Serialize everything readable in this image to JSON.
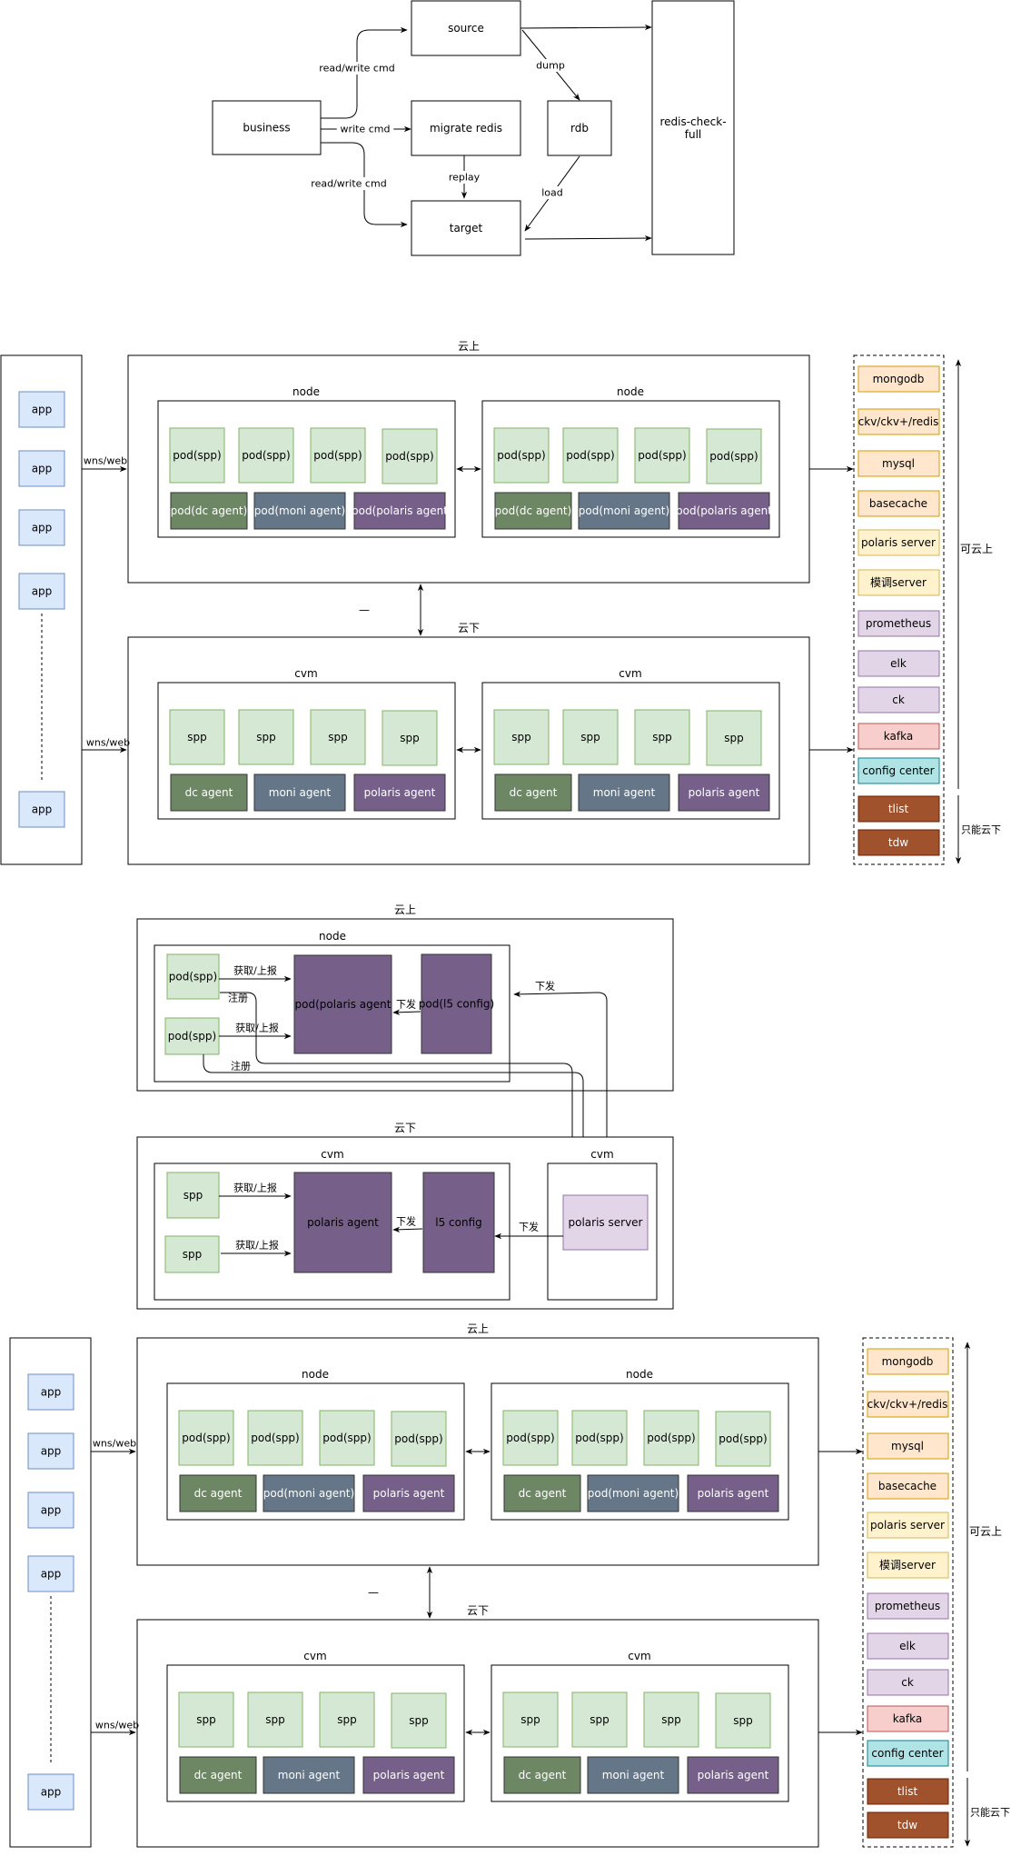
{
  "migration": {
    "business": "business",
    "source": "source",
    "migrate_redis": "migrate redis",
    "rdb": "rdb",
    "target": "target",
    "checker": [
      "redis-check-",
      "full"
    ],
    "edge_read_write_cmd_top": "read/write cmd",
    "edge_write_cmd": "write cmd",
    "edge_read_write_cmd_bottom": "read/write cmd",
    "edge_dump": "dump",
    "edge_replay": "replay",
    "edge_load": "load"
  },
  "arch": {
    "cloud_on": "云上",
    "cloud_off": "云下",
    "node": "node",
    "cvm": "cvm",
    "app": "app",
    "wns_web": "wns/web",
    "dash": "—",
    "pod_spp": "pod(spp)",
    "spp": "spp",
    "can_cloud": "可云上",
    "only_off_cloud": "只能云下",
    "services": [
      {
        "label": "mongodb",
        "fill": "#ffe6cc",
        "stroke": "#d79b00",
        "text": "#000000"
      },
      {
        "label": "ckv/ckv+/redis",
        "fill": "#ffe6cc",
        "stroke": "#d79b00",
        "text": "#000000"
      },
      {
        "label": "mysql",
        "fill": "#ffe6cc",
        "stroke": "#d79b00",
        "text": "#000000"
      },
      {
        "label": "basecache",
        "fill": "#ffe6cc",
        "stroke": "#d79b00",
        "text": "#000000"
      },
      {
        "label": "polaris server",
        "fill": "#fff2cc",
        "stroke": "#d6b656",
        "text": "#000000"
      },
      {
        "label": "模调server",
        "fill": "#fff2cc",
        "stroke": "#d6b656",
        "text": "#000000"
      },
      {
        "label": "prometheus",
        "fill": "#e1d5e7",
        "stroke": "#9673a6",
        "text": "#000000"
      },
      {
        "label": "elk",
        "fill": "#e1d5e7",
        "stroke": "#9673a6",
        "text": "#000000"
      },
      {
        "label": "ck",
        "fill": "#e1d5e7",
        "stroke": "#9673a6",
        "text": "#000000"
      },
      {
        "label": "kafka",
        "fill": "#f8cecc",
        "stroke": "#b85450",
        "text": "#000000"
      },
      {
        "label": "config center",
        "fill": "#b0e3e6",
        "stroke": "#0e8088",
        "text": "#000000"
      },
      {
        "label": "tlist",
        "fill": "#a0522d",
        "stroke": "#6d1f00",
        "text": "#ffffff"
      },
      {
        "label": "tdw",
        "fill": "#a0522d",
        "stroke": "#6d1f00",
        "text": "#ffffff"
      }
    ],
    "v1": {
      "node_agents": [
        "pod(dc agent)",
        "pod(moni agent)",
        "pod(polaris agent"
      ],
      "cvm_agents": [
        "dc agent",
        "moni agent",
        "polaris agent"
      ]
    },
    "v2": {
      "node_agents": [
        "dc agent",
        "pod(moni agent)",
        "polaris agent"
      ],
      "cvm_agents": [
        "dc agent",
        "moni agent",
        "polaris agent"
      ]
    }
  },
  "polaris": {
    "cloud_on": "云上",
    "cloud_off": "云下",
    "node": "node",
    "cvm": "cvm",
    "cvm2": "cvm",
    "pod_spp": "pod(spp)",
    "spp": "spp",
    "pod_polaris_agent": "pod(polaris agent",
    "pod_l5_config": "pod(l5 config)",
    "polaris_agent": "polaris agent",
    "l5_config": "l5 config",
    "polaris_server": "polaris server",
    "fetch_report": "获取/上报",
    "register": "注册",
    "dispatch": "下发"
  },
  "colors": {
    "green_fill": "#d5e8d4",
    "green_stroke": "#82b366",
    "blue_fill": "#dae8fc",
    "blue_stroke": "#6c8ebf",
    "dark_green": "#6d8764",
    "slate": "#647687",
    "purple": "#76608a",
    "light_purple": "#e1d5e7",
    "purple_stroke": "#9673a6"
  }
}
